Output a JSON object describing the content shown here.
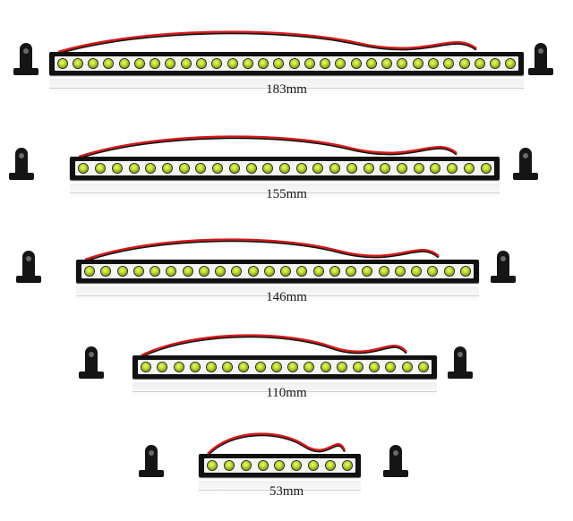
{
  "light_bars": [
    {
      "length_label": "183mm",
      "led_count": 30
    },
    {
      "length_label": "155mm",
      "led_count": 25
    },
    {
      "length_label": "146mm",
      "led_count": 24
    },
    {
      "length_label": "110mm",
      "led_count": 18
    },
    {
      "length_label": "53mm",
      "led_count": 9
    }
  ],
  "colors": {
    "bar_body": "#111111",
    "led": "#b3d21e",
    "wire_red": "#d21a1a",
    "wire_black": "#111111"
  }
}
